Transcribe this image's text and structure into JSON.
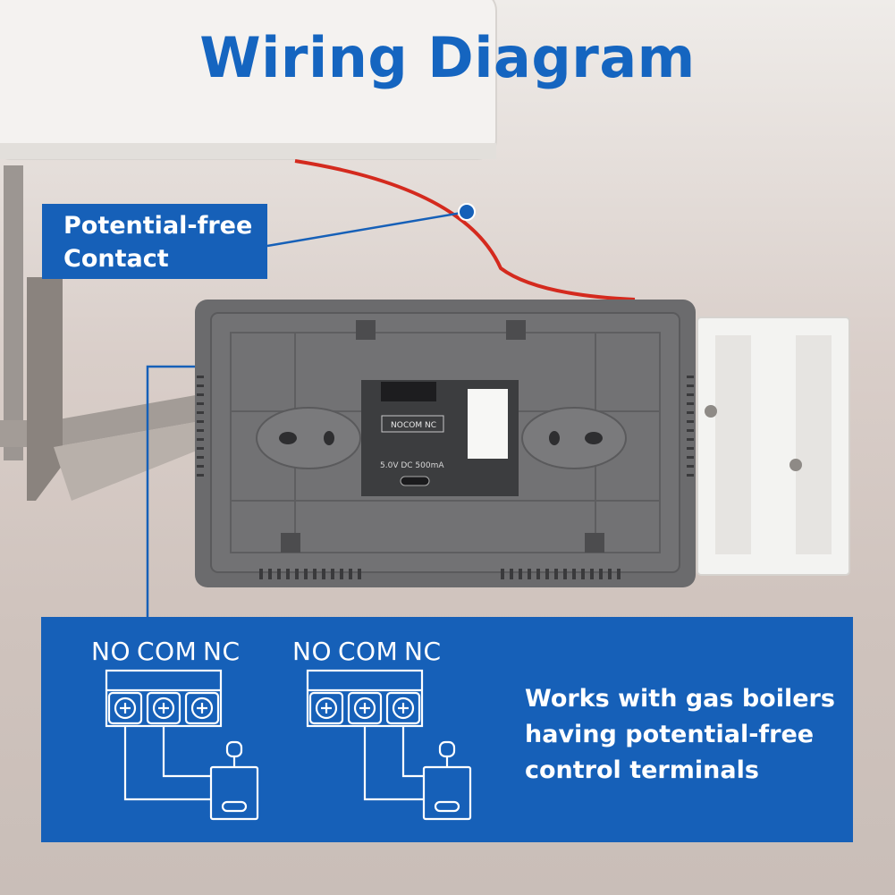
{
  "title": "Wiring Diagram",
  "callout": {
    "line1": "Potential-free",
    "line2": "Contact"
  },
  "device": {
    "terminal_labels": [
      "NO",
      "COM",
      "NC"
    ],
    "power_label": "5.0V DC 500mA"
  },
  "diagrams": [
    {
      "labels": {
        "no": "NO",
        "com": "COM",
        "nc": "NC"
      }
    },
    {
      "labels": {
        "no": "NO",
        "com": "COM",
        "nc": "NC"
      }
    }
  ],
  "description": {
    "line1": "Works with gas boilers",
    "line2": "having potential-free",
    "line3": "control terminals"
  },
  "colors": {
    "accent": "#1660b8",
    "title": "#1565c0",
    "wire": "#d42a1e",
    "device": "#6b6b6d"
  }
}
